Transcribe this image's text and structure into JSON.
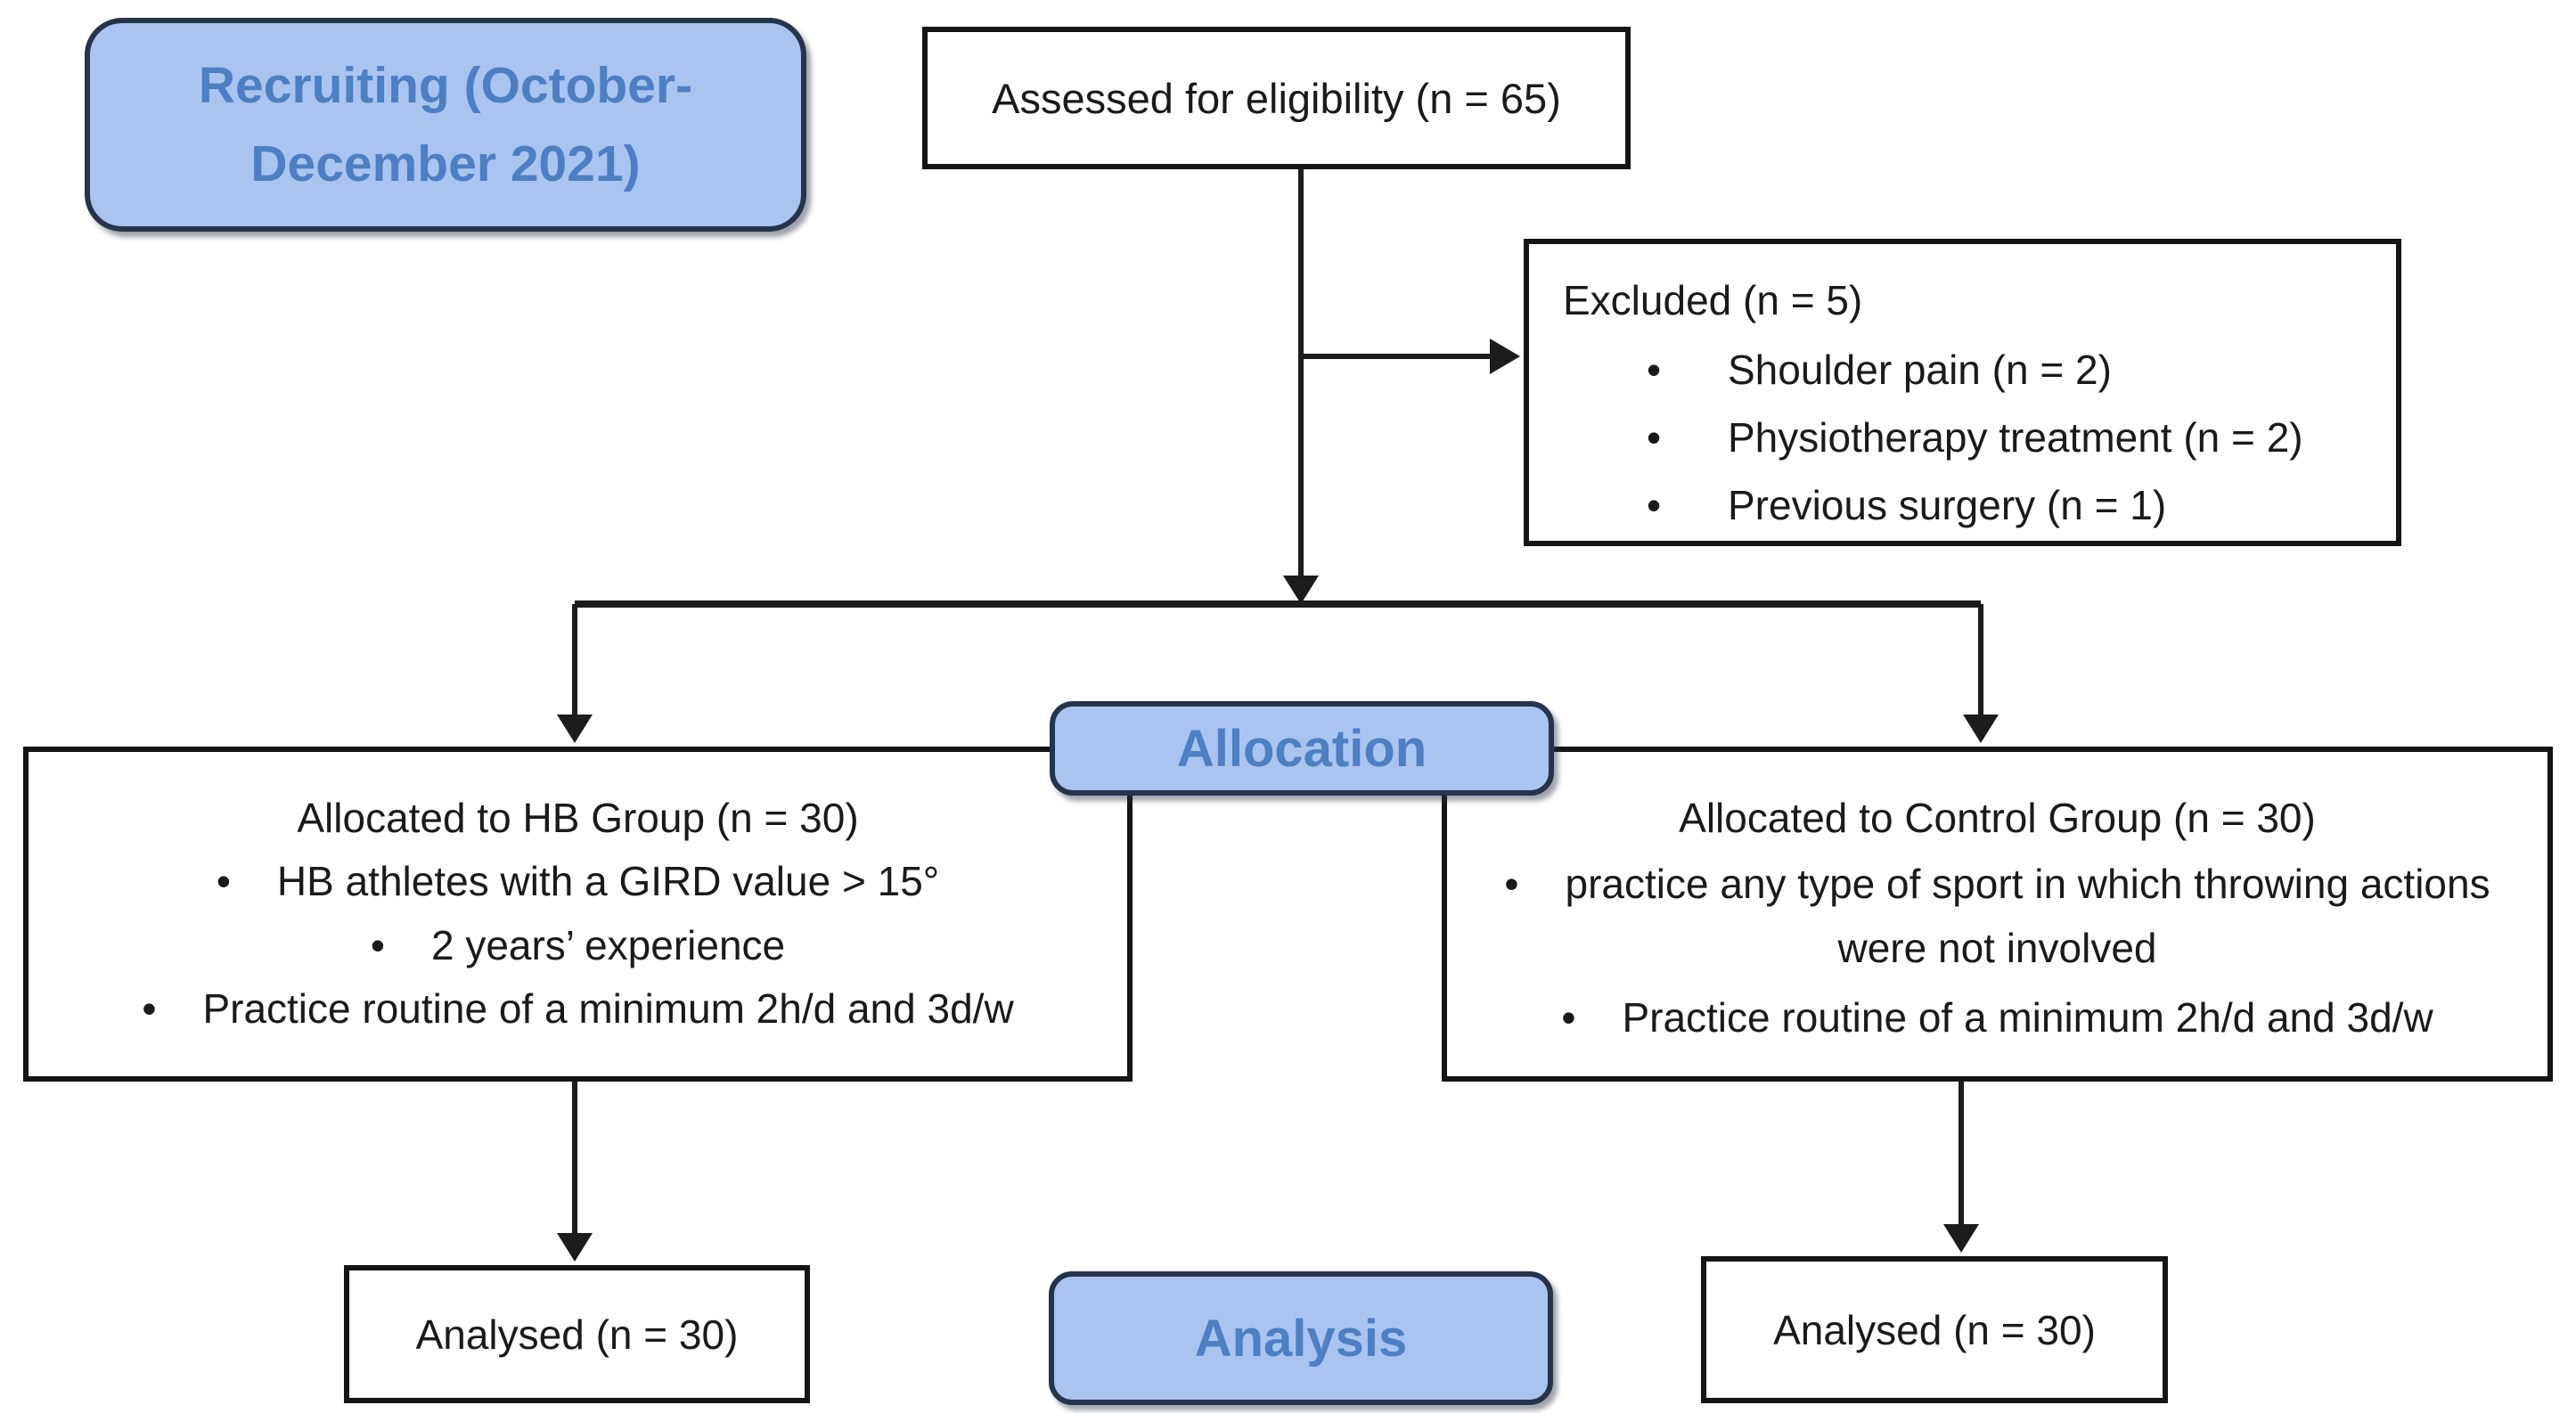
{
  "flowchart": {
    "phases": {
      "recruiting": {
        "label": "Recruiting (October-December 2021)"
      },
      "allocation": {
        "label": "Allocation"
      },
      "analysis": {
        "label": "Analysis"
      }
    },
    "assessed": {
      "text": "Assessed for eligibility (n = 65)"
    },
    "excluded": {
      "title": "Excluded (n = 5)",
      "items": [
        "Shoulder pain (n = 2)",
        "Physiotherapy treatment (n = 2)",
        "Previous surgery (n = 1)"
      ]
    },
    "hb_group": {
      "title": "Allocated to HB Group (n = 30)",
      "items": [
        "HB athletes with a GIRD value > 15°",
        "2 years’ experience",
        "Practice routine of a minimum 2h/d and 3d/w"
      ]
    },
    "control_group": {
      "title": "Allocated to Control Group (n = 30)",
      "items": [
        "practice any type of sport in which throwing actions were not involved",
        "Practice routine of a minimum 2h/d and 3d/w"
      ]
    },
    "analysed_hb": {
      "text": "Analysed (n = 30)"
    },
    "analysed_control": {
      "text": "Analysed (n = 30)"
    },
    "colors": {
      "phase_fill": "#aac4f0",
      "phase_border": "#25334b",
      "phase_text": "#4d7fc2",
      "box_fill": "#ffffff",
      "box_border": "#151515",
      "connector": "#1c1c1c",
      "body_text": "#1a1a1a",
      "background": "#ffffff"
    }
  }
}
